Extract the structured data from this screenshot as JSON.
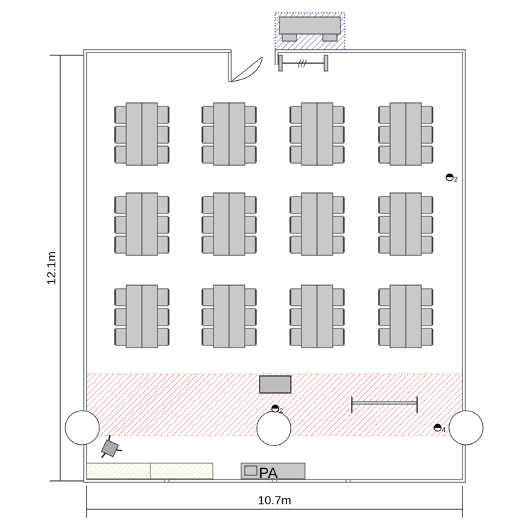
{
  "dimensions": {
    "height_label": "12.1m",
    "width_label": "10.7m"
  },
  "pa": {
    "label": "PA"
  },
  "outlets": [
    {
      "label": "2"
    },
    {
      "label": "2"
    },
    {
      "label": "4"
    }
  ],
  "layout": {
    "table_rows": 3,
    "table_cols": 4,
    "chairs_per_side": 3
  },
  "colors": {
    "stage_hatch": "#d9534f",
    "entry_hatch": "#3a3a9a",
    "storage_hatch": "#e6e07a",
    "furniture": "#c8c8c8"
  }
}
